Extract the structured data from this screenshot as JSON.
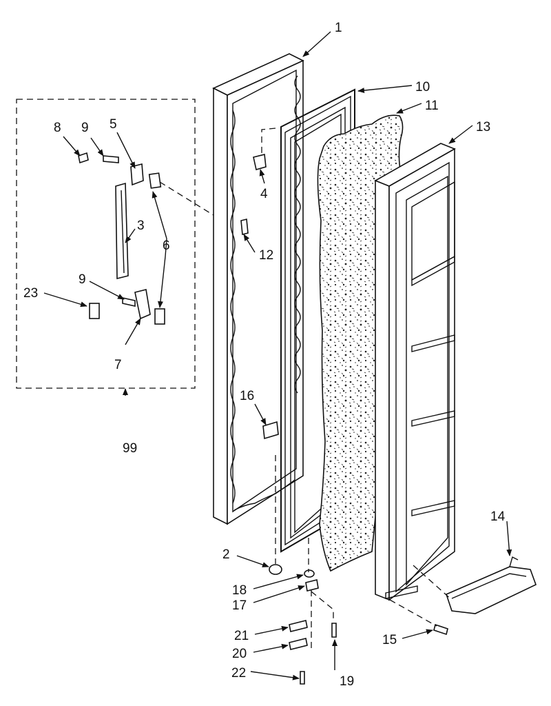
{
  "diagram": {
    "labels": {
      "p1": "1",
      "p2": "2",
      "p3": "3",
      "p4": "4",
      "p5": "5",
      "p6": "6",
      "p7": "7",
      "p8": "8",
      "p9a": "9",
      "p9b": "9",
      "p10": "10",
      "p11": "11",
      "p12": "12",
      "p13": "13",
      "p14": "14",
      "p15": "15",
      "p16": "16",
      "p17": "17",
      "p18": "18",
      "p19": "19",
      "p20": "20",
      "p21": "21",
      "p22": "22",
      "p23": "23",
      "p99": "99"
    }
  }
}
